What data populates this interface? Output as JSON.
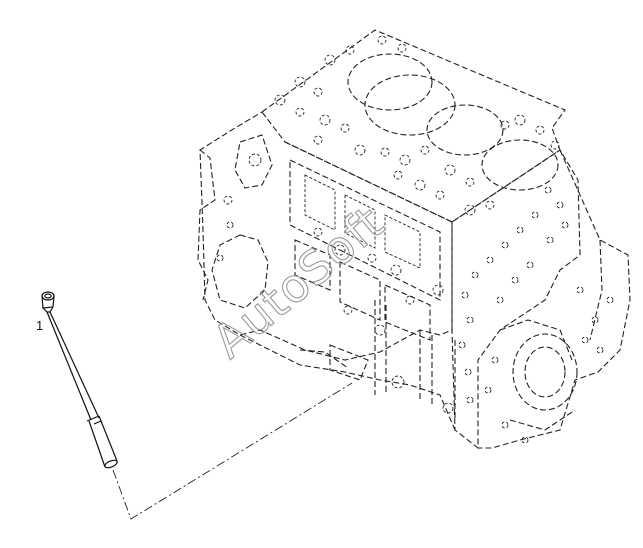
{
  "diagram": {
    "callouts": [
      {
        "id": "1",
        "label": "1"
      }
    ],
    "watermark": "AutoSoft"
  }
}
